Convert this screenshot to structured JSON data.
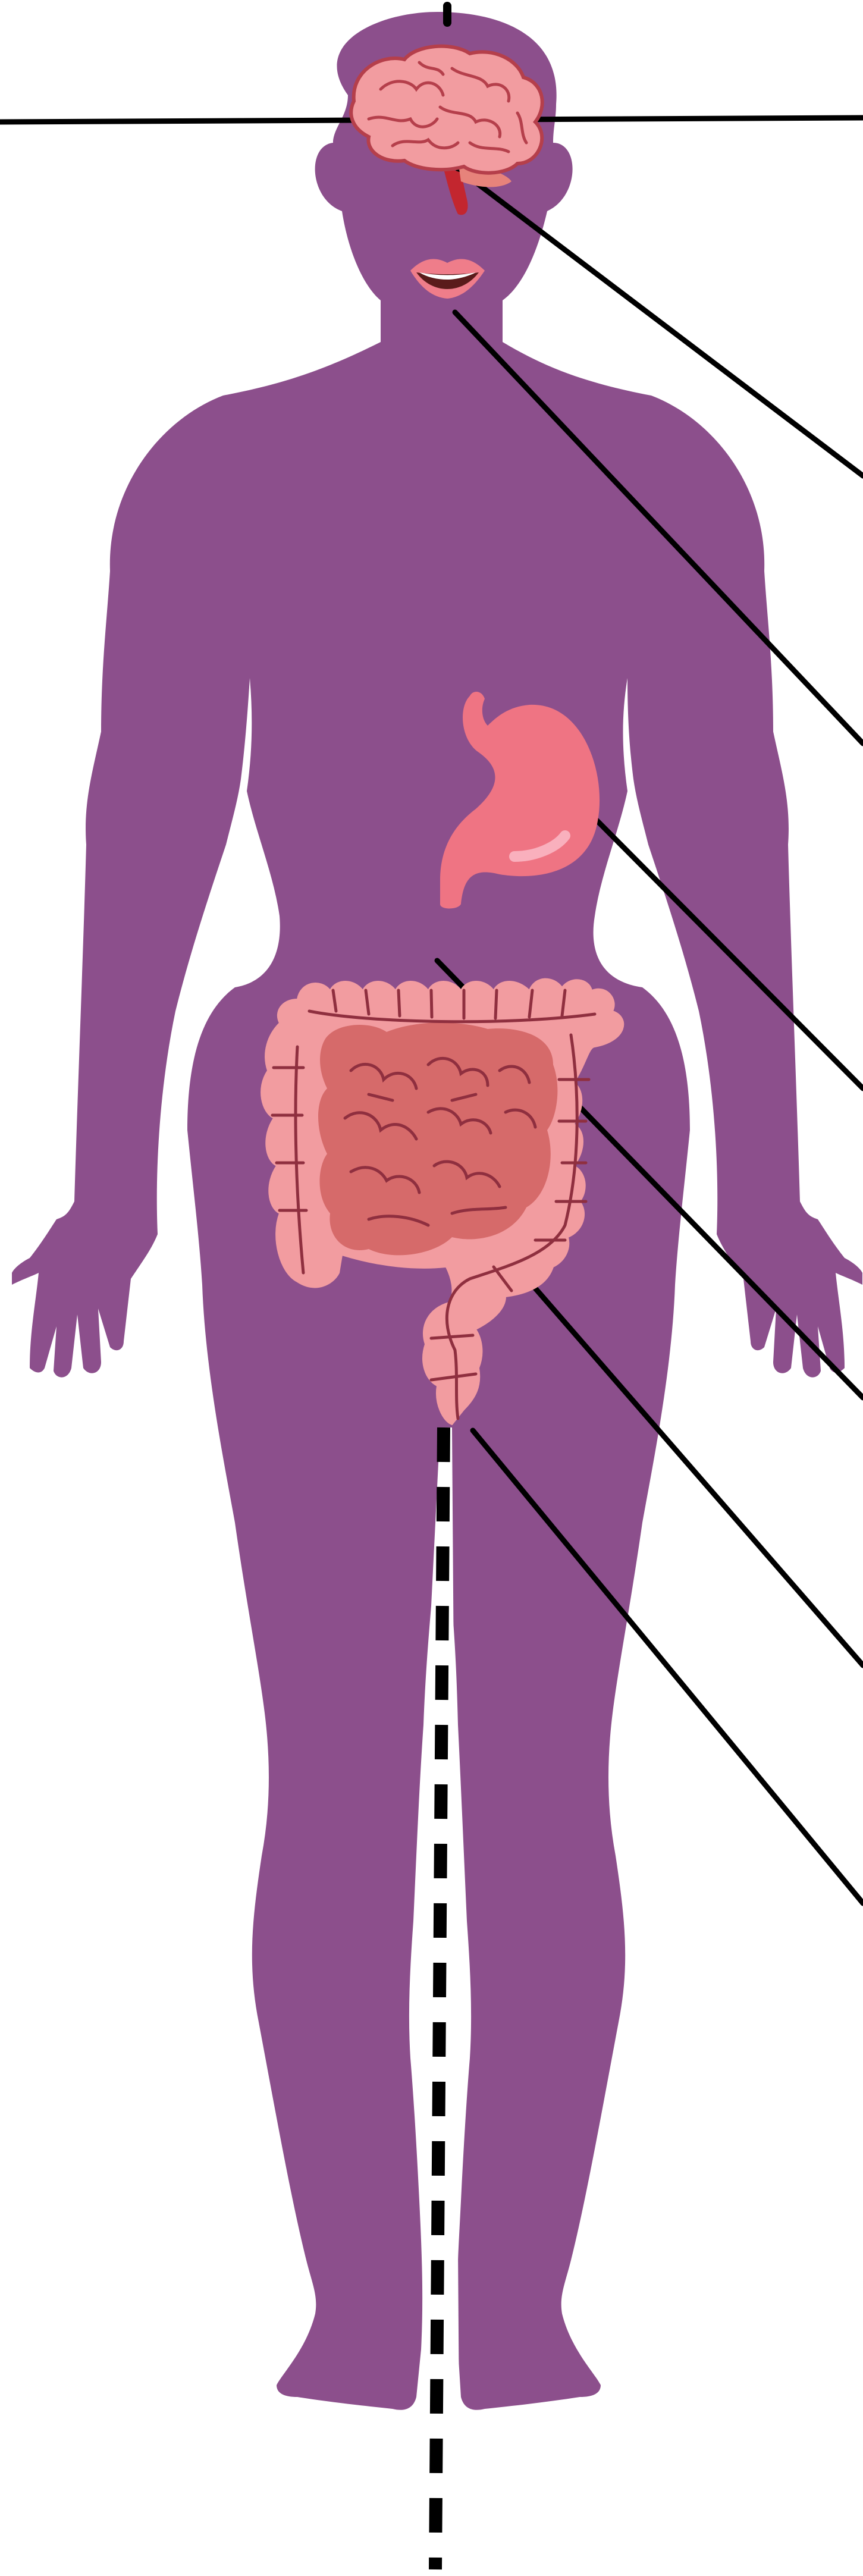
{
  "diagram": {
    "type": "human-body-anatomy-unlabeled",
    "labels": [],
    "colors": {
      "background": "#ffffff",
      "body": "#8c4f8c",
      "organ_pink": "#f29ca0",
      "organ_deep": "#d66a6a",
      "organ_line": "#8f2f3f",
      "stomach": "#ef7483",
      "stomach_highlight": "#f9b0bd",
      "lips": "#ef7d8a",
      "mouth": "#5a1b1b",
      "leader_line": "#000000"
    },
    "organs": [
      "brain",
      "mouth",
      "stomach",
      "small-intestine",
      "large-intestine",
      "rectum"
    ],
    "leader_lines_count": 6,
    "has_horizontal_line": true,
    "has_vertical_dashed_midline": true
  }
}
